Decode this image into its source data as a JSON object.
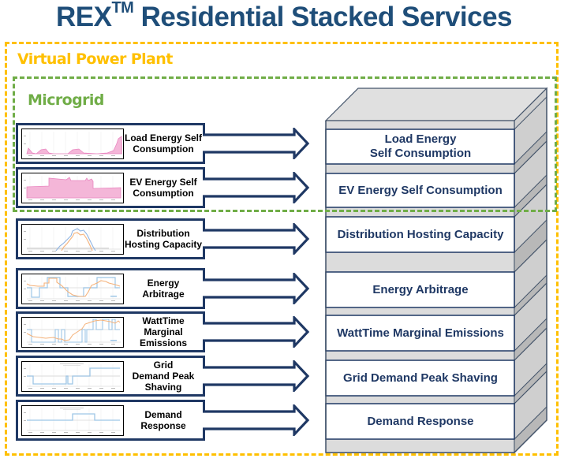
{
  "title": {
    "main": "REX",
    "superscript": "TM",
    "rest": " Residential Stacked Services"
  },
  "regions": {
    "vpp_label": "Virtual Power Plant",
    "microgrid_label": "Microgrid",
    "colors": {
      "vpp": "#ffc000",
      "microgrid": "#70ad47",
      "navy": "#1f3864",
      "title": "#1f4e79"
    }
  },
  "services": [
    {
      "card_label": "Load Energy Self Consumption",
      "card_lines": [
        "Load Energy Self",
        "Consumption"
      ],
      "stack_lines": [
        "Load Energy",
        "Self Consumption"
      ],
      "region": "microgrid",
      "thumbnail": "pink-area-load"
    },
    {
      "card_label": "EV Energy Self Consumption",
      "card_lines": [
        "EV Energy Self",
        "Consumption"
      ],
      "stack_lines": [
        "EV Energy Self Consumption"
      ],
      "region": "microgrid",
      "thumbnail": "pink-area-ev"
    },
    {
      "card_label": "Distribution Hosting Capacity",
      "card_lines": [
        "Distribution",
        "Hosting Capacity"
      ],
      "stack_lines": [
        "Distribution Hosting Capacity"
      ],
      "region": "vpp",
      "thumbnail": "blue-orange-curves"
    },
    {
      "card_label": "Energy Arbitrage",
      "card_lines": [
        "Energy",
        "Arbitrage"
      ],
      "stack_lines": [
        "Energy Arbitrage"
      ],
      "region": "vpp",
      "thumbnail": "blue-orange-steps"
    },
    {
      "card_label": "WattTime Marginal Emissions",
      "card_lines": [
        "WattTime",
        "Marginal",
        "Emissions"
      ],
      "stack_lines": [
        "WattTime Marginal Emissions"
      ],
      "region": "vpp",
      "thumbnail": "blue-orange-emissions"
    },
    {
      "card_label": "Grid Demand Peak Shaving",
      "card_lines": [
        "Grid",
        "Demand Peak",
        "Shaving"
      ],
      "stack_lines": [
        "Grid Demand Peak Shaving"
      ],
      "region": "vpp",
      "thumbnail": "blue-step-peak"
    },
    {
      "card_label": "Demand Response",
      "card_lines": [
        "Demand",
        "Response"
      ],
      "stack_lines": [
        "Demand Response"
      ],
      "region": "vpp",
      "thumbnail": "blue-step-dr"
    }
  ]
}
